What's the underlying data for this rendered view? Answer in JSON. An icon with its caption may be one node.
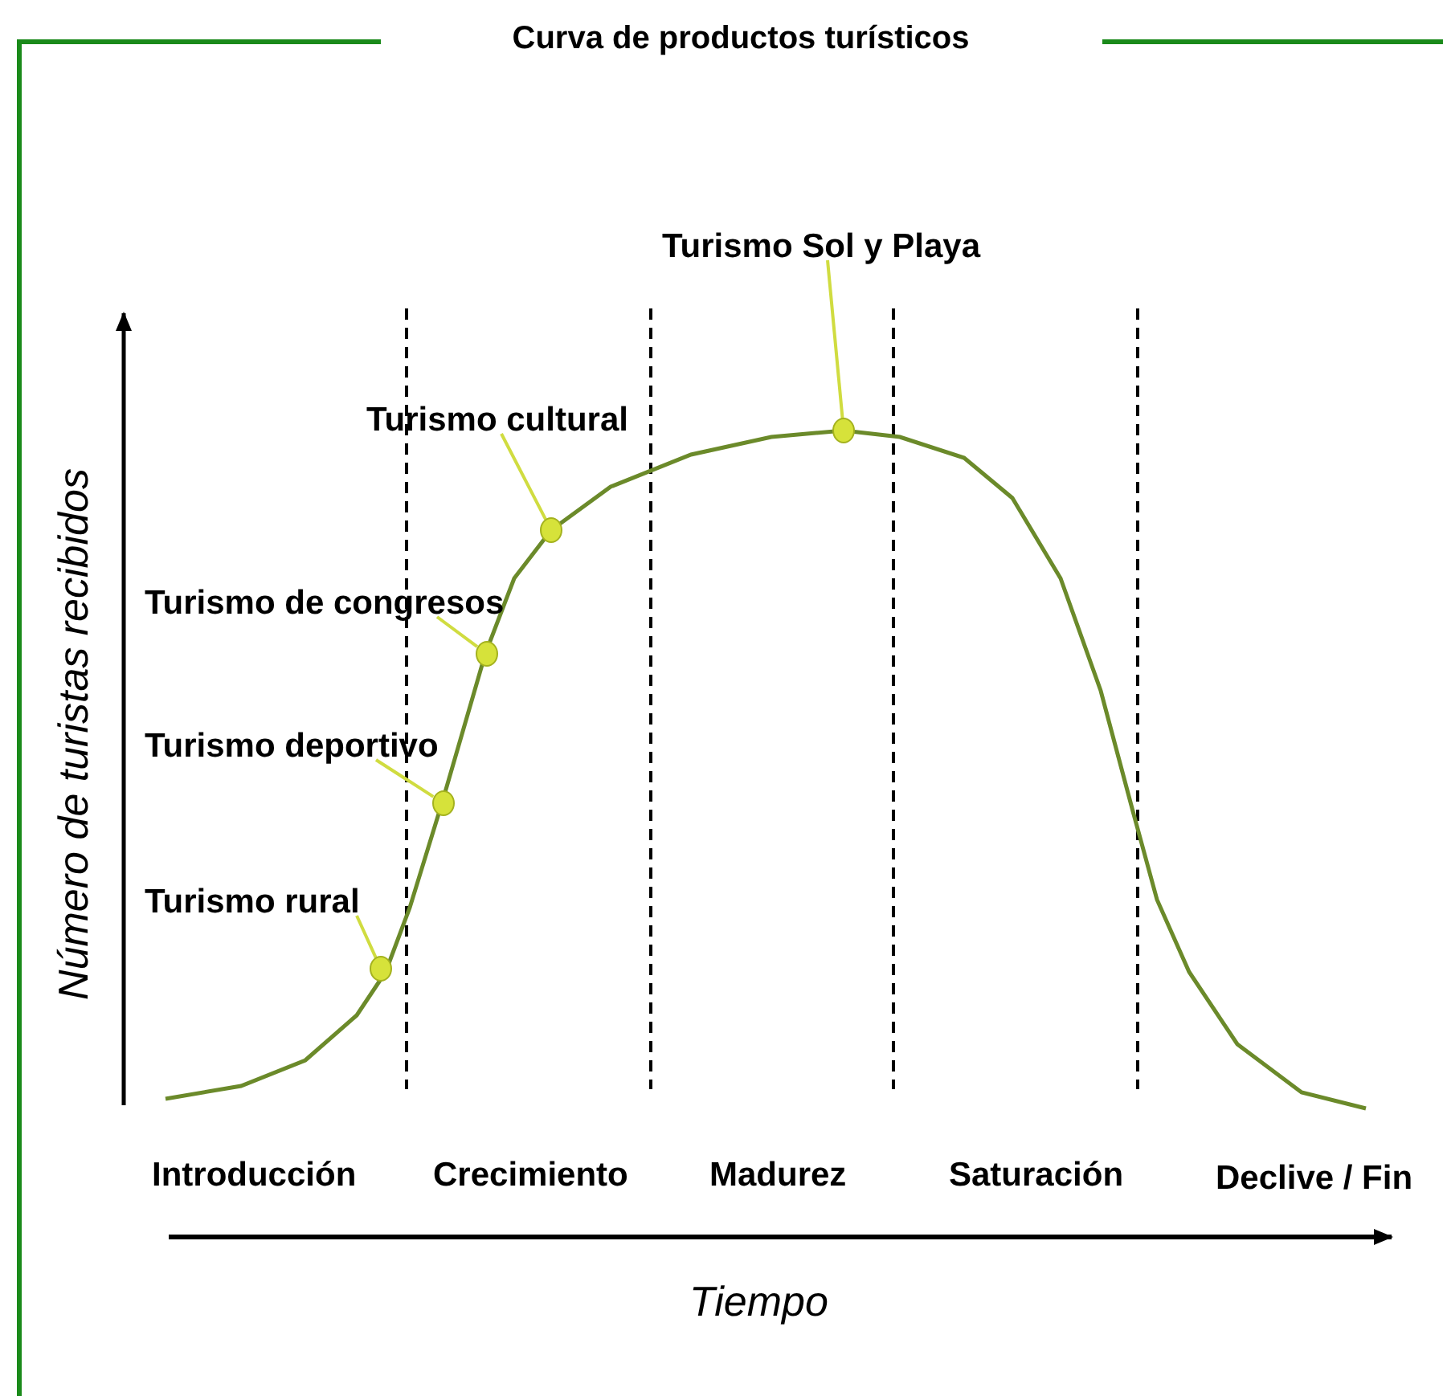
{
  "diagram": {
    "title": "Curva de productos turísticos",
    "nodes": [
      {
        "text": [
          "Turismo Sol y Playa"
        ]
      },
      {
        "text": [
          "Turismo cultural"
        ]
      },
      {
        "text": [
          "Turismo de congresos"
        ]
      },
      {
        "text": [
          "Turismo deportivo"
        ]
      },
      {
        "text": [
          "Turismo rural"
        ]
      },
      {
        "text": [],
        "shape": "circle"
      },
      {
        "text": [],
        "shape": "circle"
      },
      {
        "text": [],
        "shape": "circle"
      },
      {
        "text": [],
        "shape": "circle"
      },
      {
        "text": [],
        "shape": "circle"
      }
    ],
    "edges": [
      {
        "from": 4,
        "to": 5,
        "arrow": "none"
      },
      {
        "from": 3,
        "to": 6,
        "arrow": "none"
      },
      {
        "from": 2,
        "to": 7,
        "arrow": "none"
      },
      {
        "from": 1,
        "to": 8,
        "arrow": "none"
      },
      {
        "from": 0,
        "to": 9,
        "arrow": "none"
      }
    ],
    "labels": [
      "Número de turistas recibidos",
      "Introducción",
      "Crecimiento",
      "Madurez",
      "Saturación",
      "Declive / Fin",
      "Tiempo"
    ]
  }
}
